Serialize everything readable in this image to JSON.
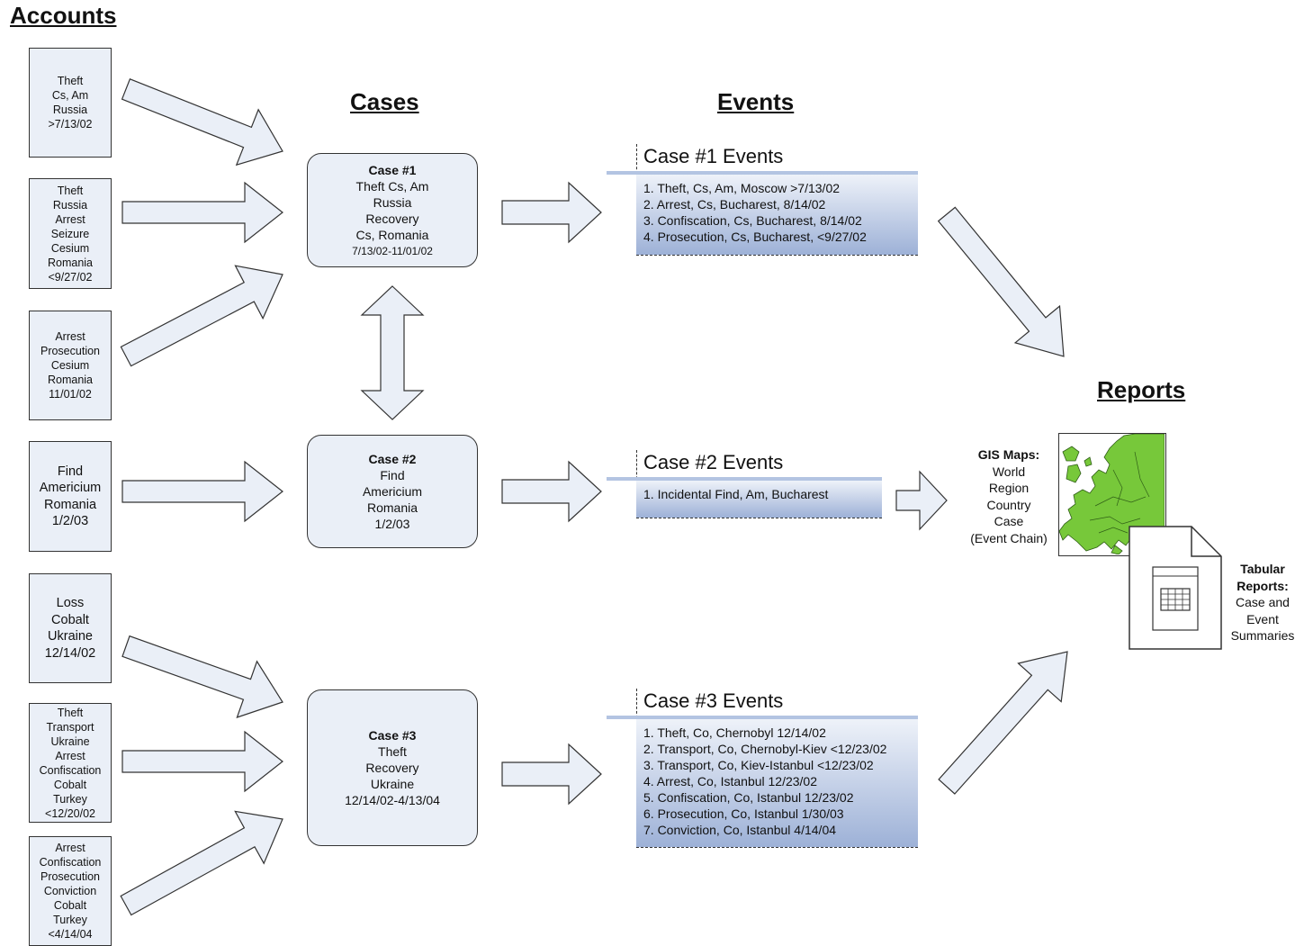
{
  "headings": {
    "accounts": "Accounts",
    "cases": "Cases",
    "events": "Events",
    "reports": "Reports"
  },
  "accounts": [
    {
      "lines": [
        "Theft",
        "Cs, Am",
        "Russia",
        ">7/13/02"
      ]
    },
    {
      "lines": [
        "Theft",
        "Russia",
        "Arrest",
        "Seizure",
        "Cesium",
        "Romania",
        "<9/27/02"
      ]
    },
    {
      "lines": [
        "Arrest",
        "Prosecution",
        "Cesium",
        "Romania",
        "11/01/02"
      ]
    },
    {
      "lines": [
        "Find",
        "Americium",
        "Romania",
        "1/2/03"
      ]
    },
    {
      "lines": [
        "Loss",
        "Cobalt",
        "Ukraine",
        "12/14/02"
      ]
    },
    {
      "lines": [
        "Theft",
        "Transport",
        "Ukraine",
        "Arrest",
        "Confiscation",
        "Cobalt",
        "Turkey",
        "<12/20/02"
      ]
    },
    {
      "lines": [
        "Arrest",
        "Confiscation",
        "Prosecution",
        "Conviction",
        "Cobalt",
        "Turkey",
        "<4/14/04"
      ]
    }
  ],
  "cases": [
    {
      "title": "Case #1",
      "lines": [
        "Theft Cs, Am",
        "Russia",
        "Recovery",
        "Cs, Romania"
      ],
      "date": "7/13/02-11/01/02"
    },
    {
      "title": "Case #2",
      "lines": [
        "Find",
        "Americium",
        "Romania",
        "1/2/03"
      ],
      "date": ""
    },
    {
      "title": "Case #3",
      "lines": [
        "Theft",
        "Recovery",
        "Ukraine",
        "12/14/02-4/13/04"
      ],
      "date": ""
    }
  ],
  "events": [
    {
      "title": "Case #1 Events",
      "items": [
        "1. Theft, Cs, Am, Moscow >7/13/02",
        "2. Arrest, Cs, Bucharest, 8/14/02",
        "3. Confiscation, Cs, Bucharest, 8/14/02",
        "4. Prosecution, Cs, Bucharest, <9/27/02"
      ]
    },
    {
      "title": "Case #2 Events",
      "items": [
        "1. Incidental Find, Am, Bucharest"
      ]
    },
    {
      "title": "Case #3 Events",
      "items": [
        "1. Theft, Co, Chernobyl 12/14/02",
        "2. Transport, Co, Chernobyl-Kiev <12/23/02",
        "3. Transport, Co, Kiev-Istanbul <12/23/02",
        "4. Arrest, Co, Istanbul 12/23/02",
        "5. Confiscation, Co, Istanbul 12/23/02",
        "6. Prosecution, Co, Istanbul 1/30/03",
        "7. Conviction, Co, Istanbul 4/14/04"
      ]
    }
  ],
  "reports": {
    "gis_label": "GIS Maps:",
    "gis_lines": [
      "World",
      "Region",
      "Country",
      "Case",
      "(Event Chain)"
    ],
    "tab_label_1": "Tabular",
    "tab_label_2": "Reports:",
    "tab_lines": [
      "Case and",
      "Event",
      "Summaries"
    ]
  },
  "colors": {
    "box_fill": "#eaeff7",
    "arrow_fill": "#eaeff7",
    "outline": "#333333",
    "event_rule": "#b3c4e2",
    "event_gradient_bottom": "#9db1d7",
    "map_land": "#77c83a"
  },
  "icons": {
    "map": "europe-map-icon",
    "document": "tabular-report-document-icon"
  }
}
